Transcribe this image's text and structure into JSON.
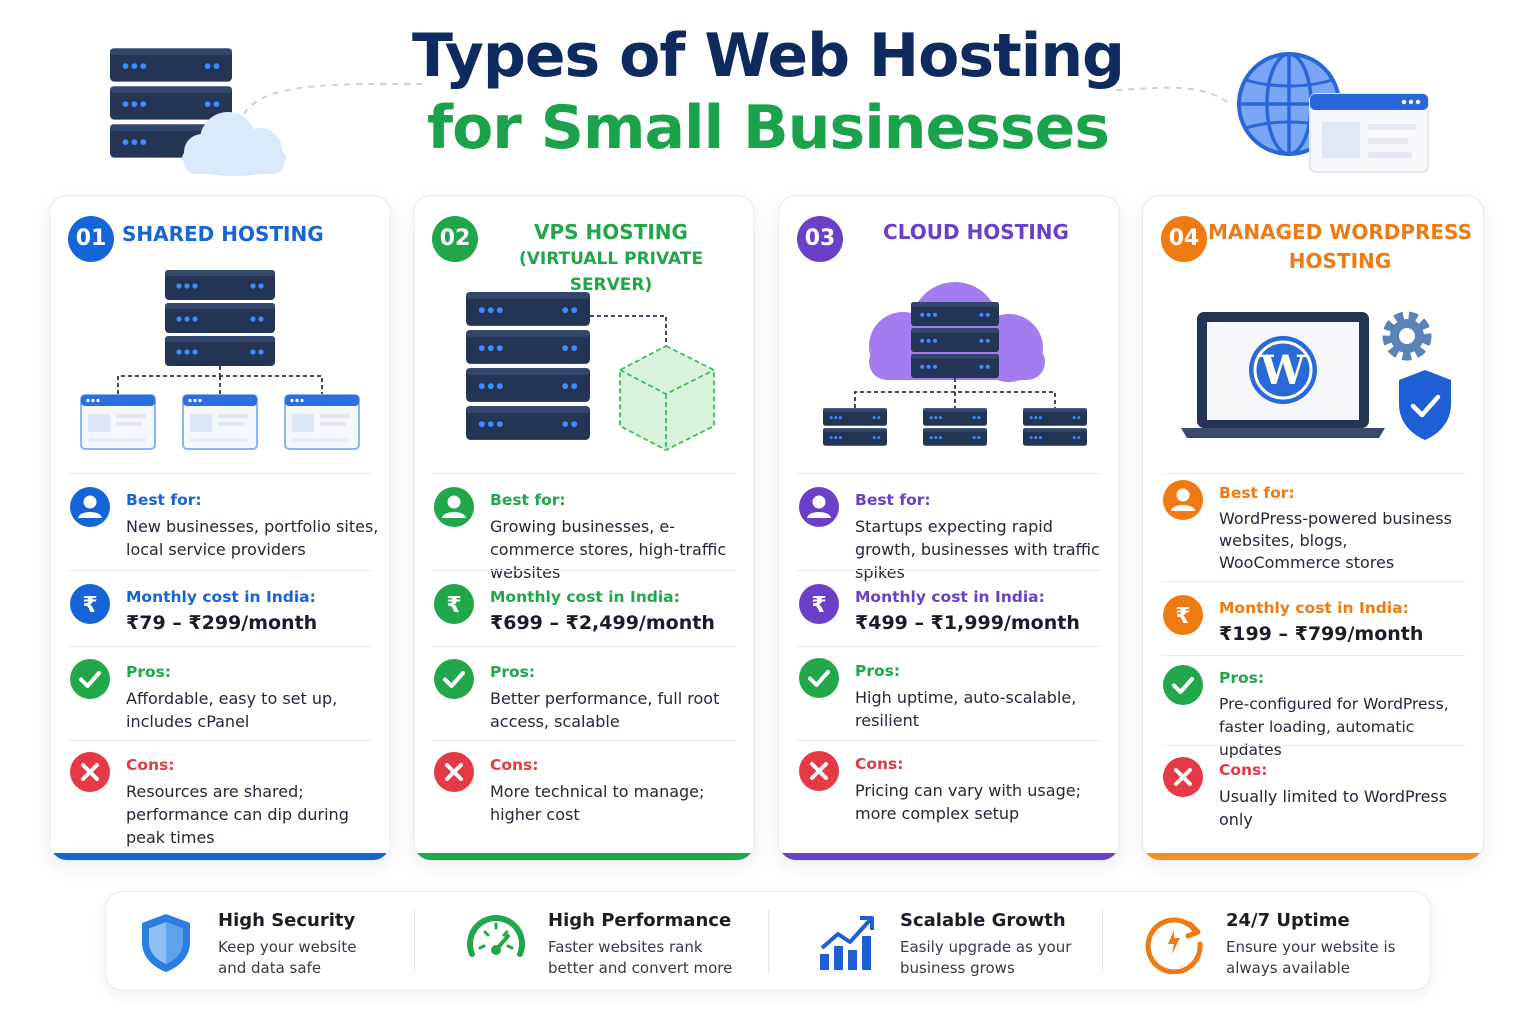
{
  "title": {
    "line1": "Types of Web Hosting",
    "line2": "for Small Businesses"
  },
  "colors": {
    "blue": "#1565d8",
    "green": "#1fa74a",
    "purple": "#6a40c8",
    "orange": "#f07a12",
    "navy": "#0f2a5e"
  },
  "labels": {
    "best_for": "Best for:",
    "cost": "Monthly cost in India:",
    "pros": "Pros:",
    "cons": "Cons:"
  },
  "cards": [
    {
      "number": "01",
      "title": "SHARED HOSTING",
      "subtitle": "",
      "best_for": "New businesses, portfolio sites, local service providers",
      "cost": "₹79 – ₹299/month",
      "pros": "Affordable, easy to set up, includes cPanel",
      "cons": "Resources are shared; performance can dip during peak times"
    },
    {
      "number": "02",
      "title": "VPS HOSTING",
      "subtitle": "(VIRTUALL PRIVATE SERVER)",
      "best_for": "Growing businesses, e-commerce stores, high-traffic websites",
      "cost": "₹699 – ₹2,499/month",
      "pros": "Better performance, full root access, scalable",
      "cons": "More technical to manage; higher cost"
    },
    {
      "number": "03",
      "title": "CLOUD HOSTING",
      "subtitle": "",
      "best_for": "Startups expecting rapid growth, businesses with traffic spikes",
      "cost": "₹499 – ₹1,999/month",
      "pros": "High uptime, auto-scalable, resilient",
      "cons": "Pricing can vary with usage; more complex setup"
    },
    {
      "number": "04",
      "title": "MANAGED WORDPRESS",
      "subtitle": "HOSTING",
      "best_for": "WordPress-powered business websites, blogs, WooCommerce stores",
      "cost": "₹199 – ₹799/month",
      "pros": "Pre-configured for WordPress, faster loading, automatic updates",
      "cons": "Usually limited to WordPress only"
    }
  ],
  "features": [
    {
      "title": "High Security",
      "desc": "Keep your website and data safe",
      "icon": "shield-icon"
    },
    {
      "title": "High Performance",
      "desc": "Faster websites rank better and convert more",
      "icon": "speedometer-icon"
    },
    {
      "title": "Scalable Growth",
      "desc": "Easily upgrade as your business grows",
      "icon": "growth-chart-icon"
    },
    {
      "title": "24/7 Uptime",
      "desc": "Ensure your website is always available",
      "icon": "uptime-clock-icon"
    }
  ]
}
